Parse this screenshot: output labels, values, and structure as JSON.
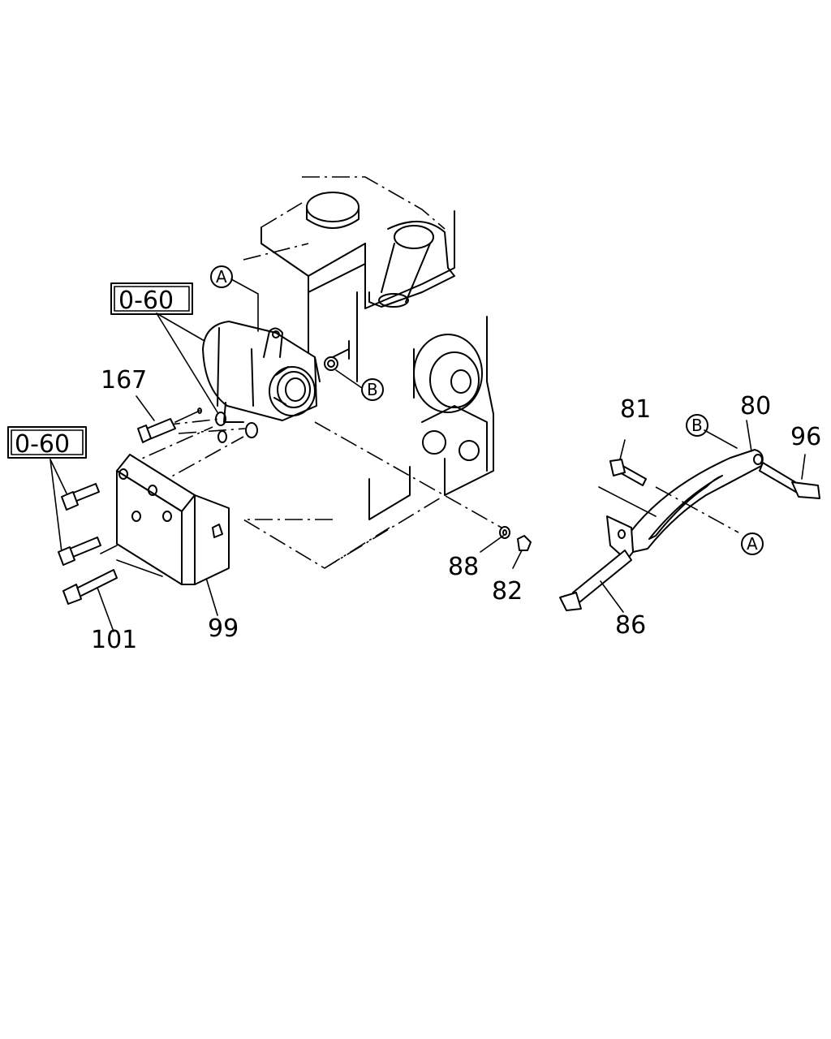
{
  "labels": {
    "part_167": "167",
    "part_101": "101",
    "part_99": "99",
    "part_88": "88",
    "part_82": "82",
    "part_81": "81",
    "part_80": "80",
    "part_96": "96",
    "part_86": "86",
    "ref_upper": "0-60",
    "ref_lower": "0-60",
    "marker_a": "A",
    "marker_b": "B"
  }
}
